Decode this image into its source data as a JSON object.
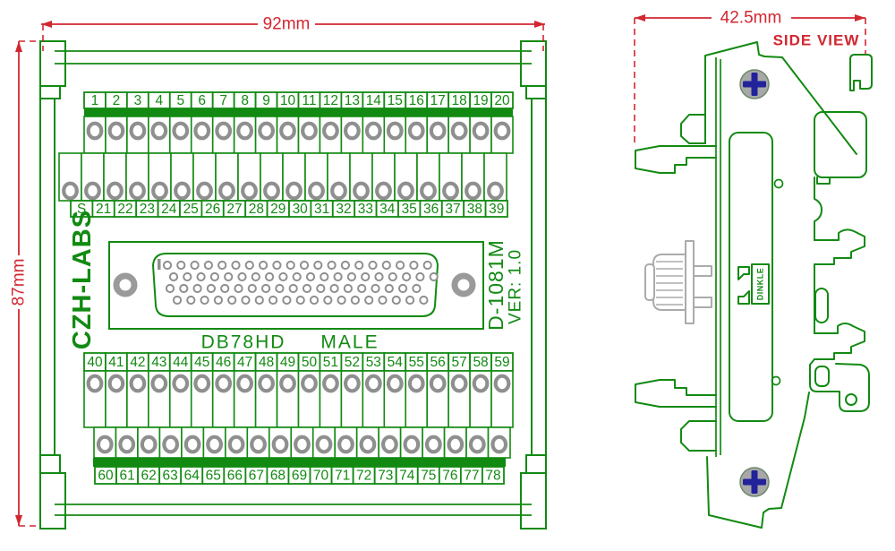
{
  "front_view": {
    "dim_width": "92mm",
    "dim_height": "87mm",
    "brand": "CZH-LABS",
    "model": "D-1081M",
    "version": "VER: 1.0",
    "connector_label": "DB78HD",
    "connector_gender": "MALE",
    "terminal_rows": {
      "row1": [
        "1",
        "2",
        "3",
        "4",
        "5",
        "6",
        "7",
        "8",
        "9",
        "10",
        "11",
        "12",
        "13",
        "14",
        "15",
        "16",
        "17",
        "18",
        "19",
        "20"
      ],
      "row2": [
        "S",
        "21",
        "22",
        "23",
        "24",
        "25",
        "26",
        "27",
        "28",
        "29",
        "30",
        "31",
        "32",
        "33",
        "34",
        "35",
        "36",
        "37",
        "38",
        "39"
      ],
      "row3": [
        "40",
        "41",
        "42",
        "43",
        "44",
        "45",
        "46",
        "47",
        "48",
        "49",
        "50",
        "51",
        "52",
        "53",
        "54",
        "55",
        "56",
        "57",
        "58",
        "59"
      ],
      "row4": [
        "60",
        "61",
        "62",
        "63",
        "64",
        "65",
        "66",
        "67",
        "68",
        "69",
        "70",
        "71",
        "72",
        "73",
        "74",
        "75",
        "76",
        "77",
        "78"
      ]
    },
    "connector": {
      "pin_rows": [
        20,
        20,
        19,
        19
      ],
      "total_pins": 78
    }
  },
  "side_view": {
    "dim_width": "42.5mm",
    "label": "SIDE VIEW",
    "logo": "DINKLE"
  },
  "colors": {
    "green": "#128a12",
    "red": "#d22630",
    "terminal_gray": "#8f8f8f",
    "ring_gray": "#9a9a9a",
    "connector_gray": "#ababab",
    "screw_gray": "#a8a8a8",
    "screw_cross_navy": "#22229b"
  }
}
